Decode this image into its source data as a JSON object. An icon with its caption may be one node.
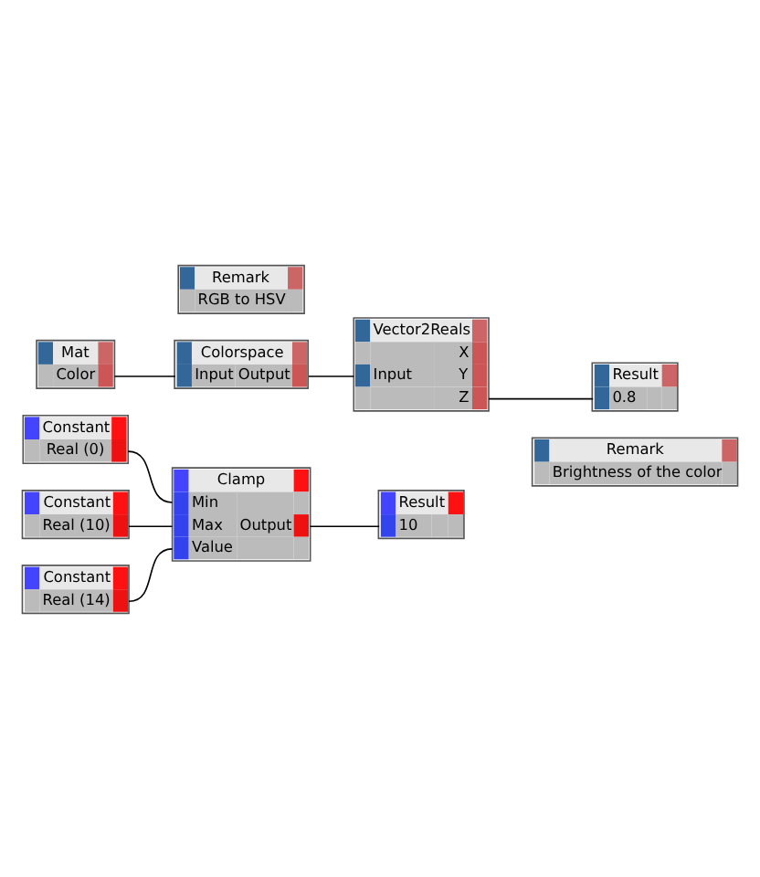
{
  "diagram": {
    "nodes": [
      {
        "text": [
          "Constant",
          "Real (0)"
        ]
      },
      {
        "text": [
          "Constant",
          "Real (10)"
        ]
      },
      {
        "text": [
          "Constant",
          "Real (14)"
        ]
      },
      {
        "text": [
          "Clamp",
          "Min",
          "Max",
          "Value",
          "Output"
        ]
      },
      {
        "text": [
          "Result",
          "10"
        ]
      },
      {
        "text": [
          "Remark",
          "RGB to HSV"
        ]
      },
      {
        "text": [
          "Mat",
          "Color"
        ]
      },
      {
        "text": [
          "Colorspace",
          "Input",
          "Output"
        ]
      },
      {
        "text": [
          "Vector2Reals",
          "Input",
          "X",
          "Y",
          "Z"
        ]
      },
      {
        "text": [
          "Result",
          "0.8"
        ]
      },
      {
        "text": [
          "Remark",
          "Brightness of the color"
        ]
      }
    ],
    "edges": [
      {
        "from": 0,
        "to": 3,
        "arrow": "none"
      },
      {
        "from": 1,
        "to": 3,
        "arrow": "none"
      },
      {
        "from": 2,
        "to": 3,
        "arrow": "none"
      },
      {
        "from": 3,
        "to": 4,
        "arrow": "none"
      },
      {
        "from": 6,
        "to": 7,
        "arrow": "none"
      },
      {
        "from": 7,
        "to": 8,
        "arrow": "none"
      },
      {
        "from": 8,
        "to": 9,
        "arrow": "none"
      }
    ]
  }
}
